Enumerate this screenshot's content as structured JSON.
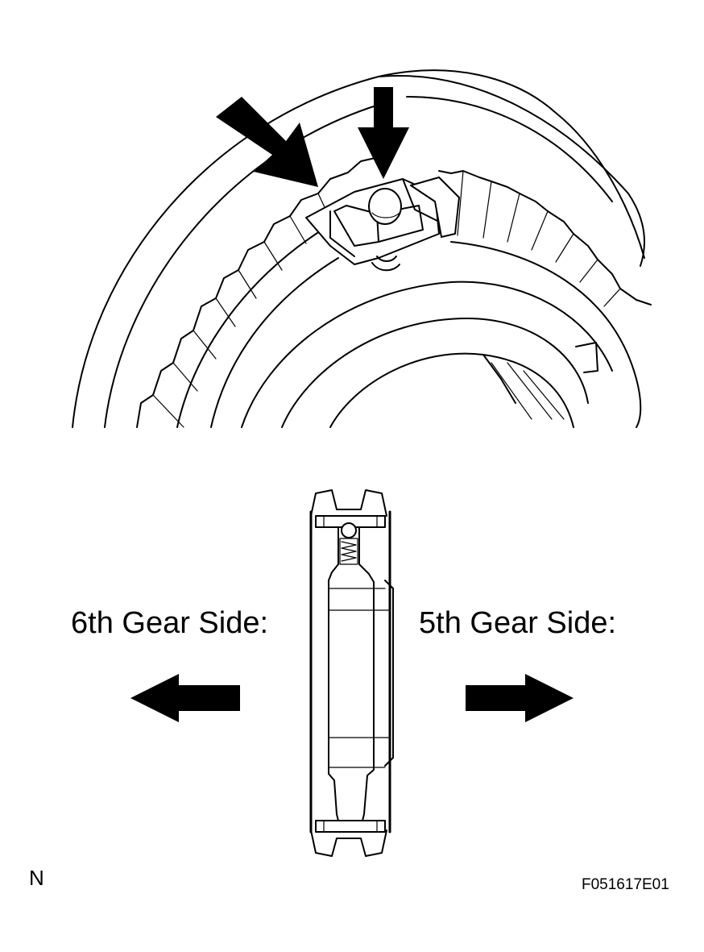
{
  "labels": {
    "sixth_gear_side": "6th Gear Side:",
    "fifth_gear_side": "5th Gear Side:",
    "corner_letter": "N",
    "figure_id": "F051617E01"
  },
  "icons": {
    "left_arrow": "arrow-left-icon",
    "right_arrow": "arrow-right-icon",
    "pointer_arrows": "arrow-down-icon"
  },
  "colors": {
    "ink": "#000000",
    "paper": "#ffffff"
  }
}
